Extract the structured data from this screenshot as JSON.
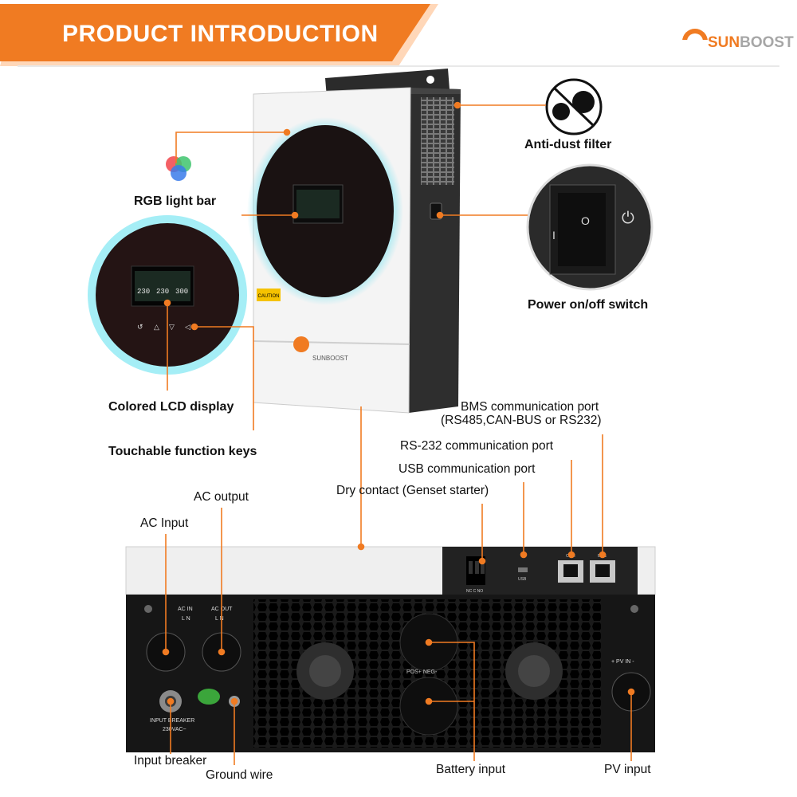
{
  "header": {
    "title": "PRODUCT INTRODUCTION"
  },
  "brand": {
    "prefix": "SUN",
    "suffix": "BOOST"
  },
  "device": {
    "lcd_readouts": [
      "230",
      "230",
      "300"
    ],
    "caution_tag": "CAUTION",
    "front_brand": "SUNBOOST"
  },
  "labels": {
    "rgb_light_bar": "RGB light bar",
    "anti_dust_filter": "Anti-dust filter",
    "power_switch": "Power on/off switch",
    "colored_lcd": "Colored LCD display",
    "touch_keys": "Touchable function keys",
    "bms_port_line1": "BMS communication port",
    "bms_port_line2": "(RS485,CAN-BUS or RS232)",
    "rs232_port": "RS-232 communication port",
    "usb_port": "USB communication port",
    "dry_contact": "Dry contact (Genset starter)",
    "ac_output": "AC output",
    "ac_input": "AC Input",
    "input_breaker": "Input breaker",
    "ground_wire": "Ground wire",
    "battery_input": "Battery input",
    "pv_input": "PV input"
  },
  "panel_text": {
    "ac_in": "AC IN",
    "ac_out": "AC OUT",
    "ln": "L N",
    "pos_neg": "POS+   NEG-",
    "pv_in": "+ PV IN -",
    "breaker_line1": "INPUT BREAKER",
    "breaker_line2": "230VAC~",
    "usb_tag": "USB",
    "com_tag": "COM",
    "bms_tag": "BMS",
    "nc_c_no": "NC  C  NO"
  },
  "colors": {
    "accent": "#f07b22",
    "dark": "#1e1e1e",
    "glow": "#7fe3f0"
  }
}
